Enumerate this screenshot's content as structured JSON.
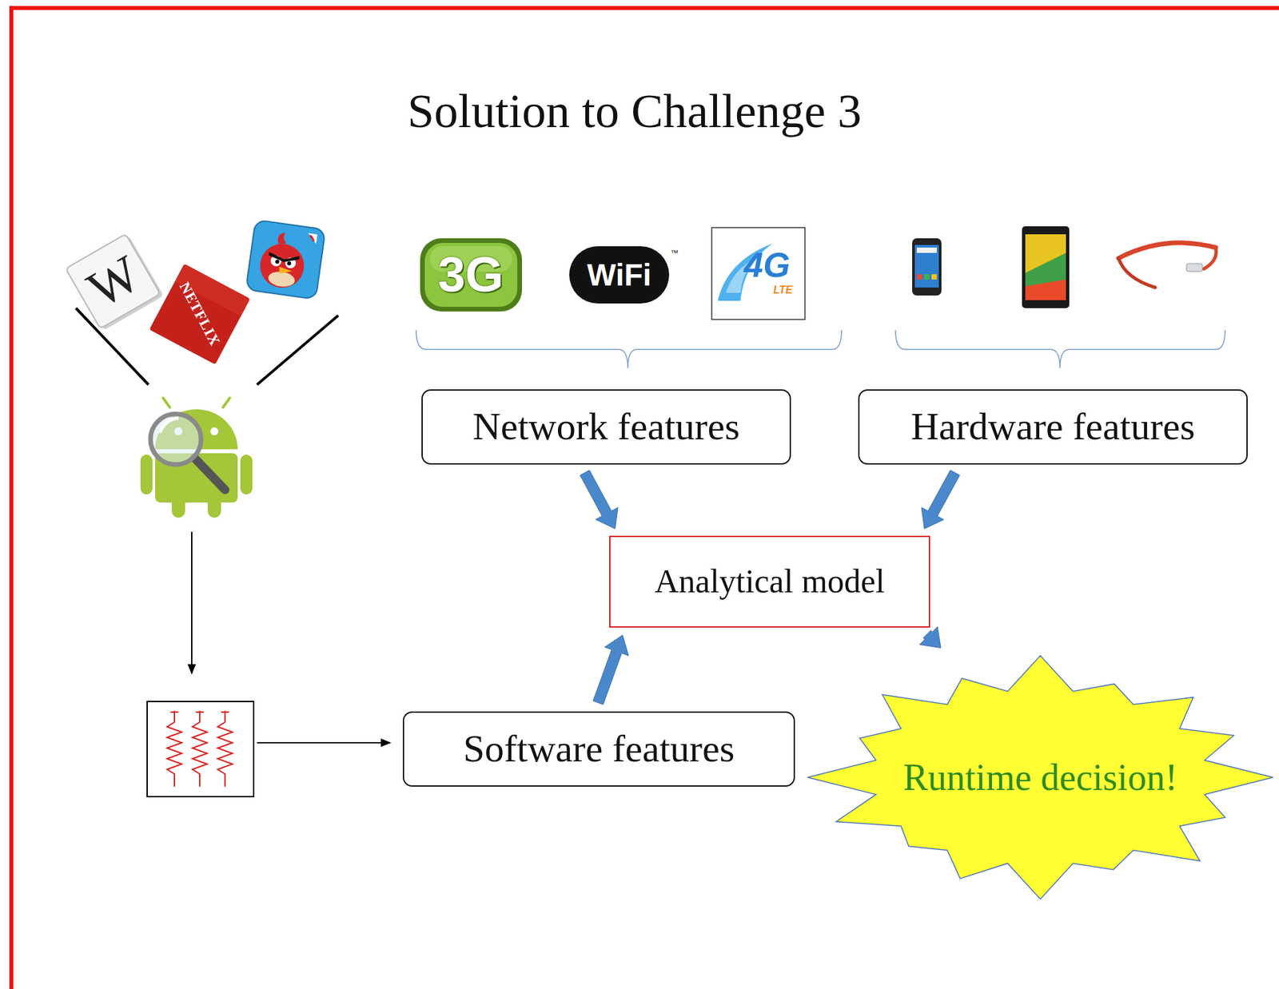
{
  "diagram": {
    "title": "Solution to Challenge 3",
    "nodes": [
      {
        "text": [
          "Network features"
        ]
      },
      {
        "text": [
          "Hardware features"
        ]
      },
      {
        "text": [
          "Analytical model"
        ]
      },
      {
        "text": [
          "Software features"
        ]
      },
      {
        "text": [
          "Runtime decision!"
        ]
      }
    ],
    "edges": [
      {
        "from": 0,
        "to": 2,
        "arrow": "to"
      },
      {
        "from": 1,
        "to": 2,
        "arrow": "to"
      },
      {
        "from": 3,
        "to": 2,
        "arrow": "to"
      },
      {
        "from": 2,
        "to": 4,
        "arrow": "to"
      }
    ],
    "labels": [
      "W",
      "NETFLIX",
      "3G",
      "WiFi",
      "™",
      "4G",
      "LTE"
    ]
  }
}
